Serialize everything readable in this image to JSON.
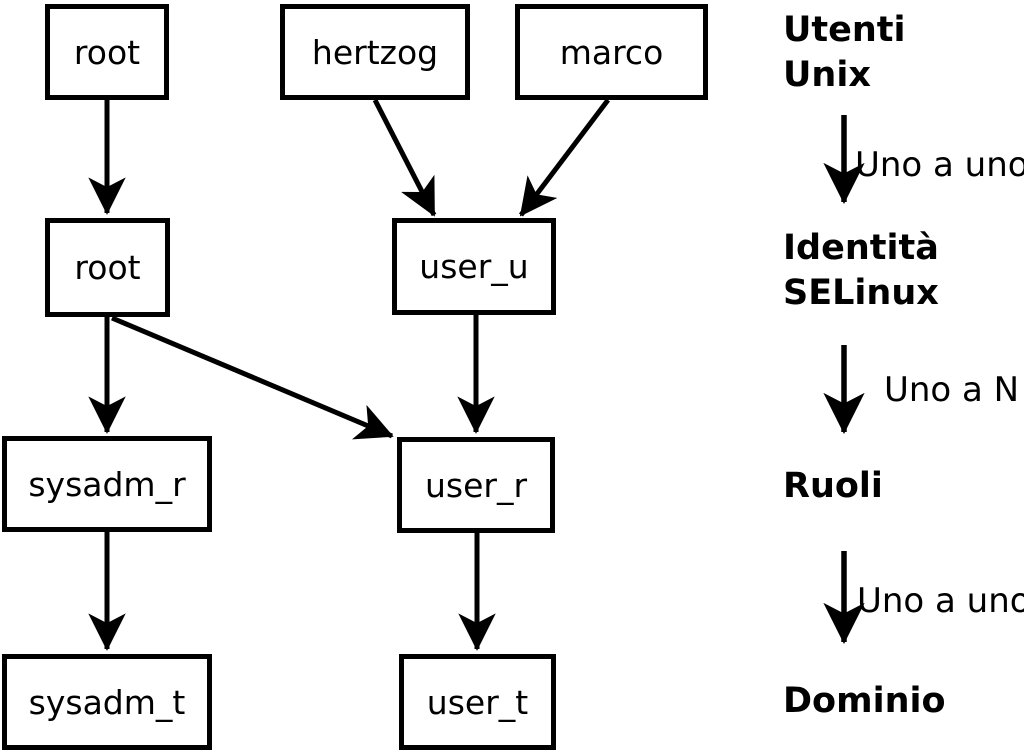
{
  "colors": {
    "background": "#ffffff",
    "stroke": "#000000",
    "text": "#000000"
  },
  "diagram": {
    "nodes": {
      "unix_root": {
        "label": "root"
      },
      "hertzog": {
        "label": "hertzog"
      },
      "marco": {
        "label": "marco"
      },
      "selinux_root": {
        "label": "root"
      },
      "user_u": {
        "label": "user_u"
      },
      "sysadm_r": {
        "label": "sysadm_r"
      },
      "user_r": {
        "label": "user_r"
      },
      "sysadm_t": {
        "label": "sysadm_t"
      },
      "user_t": {
        "label": "user_t"
      }
    },
    "edges": [
      {
        "from": "unix_root",
        "to": "selinux_root"
      },
      {
        "from": "hertzog",
        "to": "user_u"
      },
      {
        "from": "marco",
        "to": "user_u"
      },
      {
        "from": "selinux_root",
        "to": "sysadm_r"
      },
      {
        "from": "selinux_root",
        "to": "user_r"
      },
      {
        "from": "user_u",
        "to": "user_r"
      },
      {
        "from": "sysadm_r",
        "to": "sysadm_t"
      },
      {
        "from": "user_r",
        "to": "user_t"
      }
    ]
  },
  "legend": {
    "utenti_unix": {
      "line1": "Utenti",
      "line2": "Unix"
    },
    "identita_selinux": {
      "line1": "Identità",
      "line2": "SELinux"
    },
    "ruoli": {
      "label": "Ruoli"
    },
    "dominio": {
      "label": "Dominio"
    },
    "relations": {
      "unix_to_identity": "Uno a uno",
      "identity_to_roles": "Uno a N",
      "roles_to_domain": "Uno a uno"
    }
  }
}
